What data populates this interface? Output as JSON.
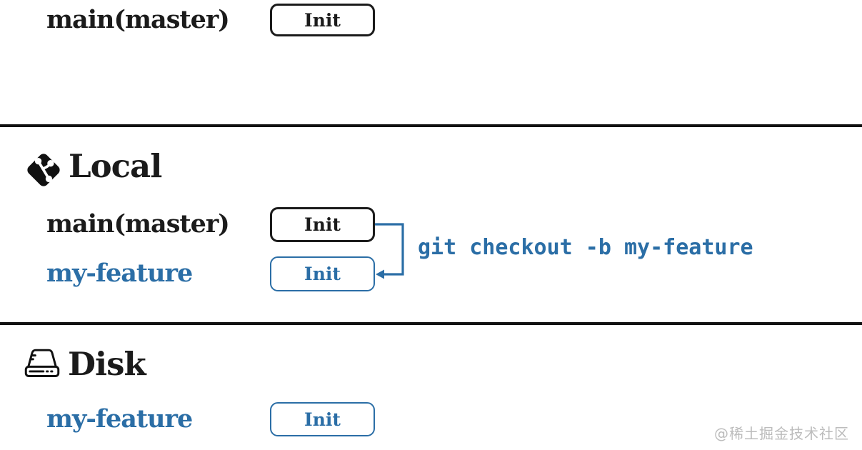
{
  "colors": {
    "accent_blue": "#2b6ea6",
    "ink_black": "#1b1b1b",
    "watermark_gray": "#bcbcbc"
  },
  "remote_section": {
    "row": {
      "branch": "main(master)",
      "commit": "Init"
    }
  },
  "local_section": {
    "title": "Local",
    "icon": "git-logo-icon",
    "rows": [
      {
        "branch": "main(master)",
        "commit": "Init"
      },
      {
        "branch": "my-feature",
        "commit": "Init"
      }
    ],
    "command": "git checkout -b my-feature"
  },
  "disk_section": {
    "title": "Disk",
    "icon": "hard-drive-icon",
    "rows": [
      {
        "branch": "my-feature",
        "commit": "Init"
      }
    ]
  },
  "watermark": "@稀土掘金技术社区"
}
